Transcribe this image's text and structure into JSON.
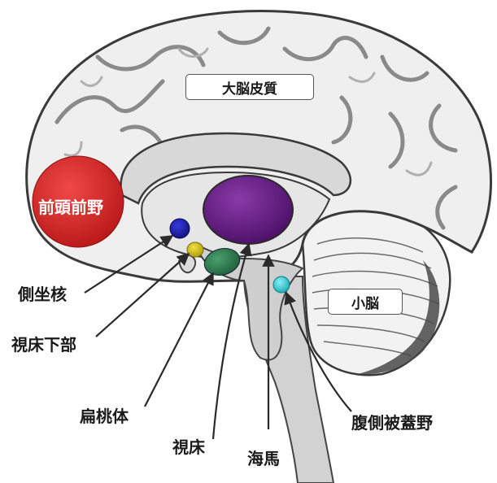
{
  "labels": {
    "cortex": "大脳皮質",
    "prefrontal": "前頭前野",
    "cerebellum": "小脳",
    "accumbens": "側坐核",
    "hypothalamus": "視床下部",
    "amygdala": "扁桃体",
    "thalamus": "視床",
    "hippocampus": "海馬",
    "vta": "腹側被蓋野"
  },
  "colors": {
    "prefrontal": "#d6282a",
    "thalamus": "#5a1a7a",
    "accumbens": "#1a1aa0",
    "hypothalamus": "#c8b418",
    "amygdala": "#2e7a4e",
    "vta": "#2ec8d2"
  }
}
